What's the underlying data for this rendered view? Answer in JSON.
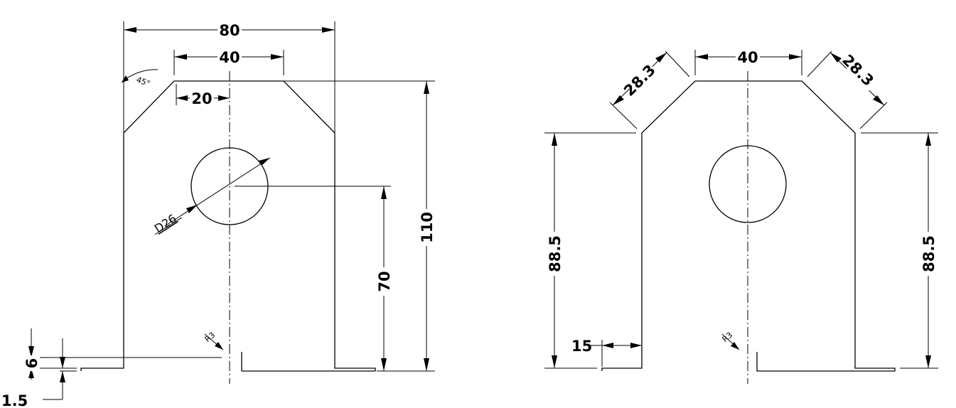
{
  "views": {
    "left": {
      "dims": {
        "width_80": "80",
        "width_40": "40",
        "half_20": "20",
        "angle_45": "45°",
        "diameter": "D26",
        "hole_height": "70",
        "total_height": "110",
        "radius": "R3",
        "gap_6": "6",
        "thickness": "1.5"
      }
    },
    "right": {
      "dims": {
        "width_40": "40",
        "chamfer_left": "28.3",
        "chamfer_right": "28.3",
        "height_left": "88.5",
        "height_right": "88.5",
        "flange_15": "15",
        "radius": "R3"
      }
    }
  }
}
